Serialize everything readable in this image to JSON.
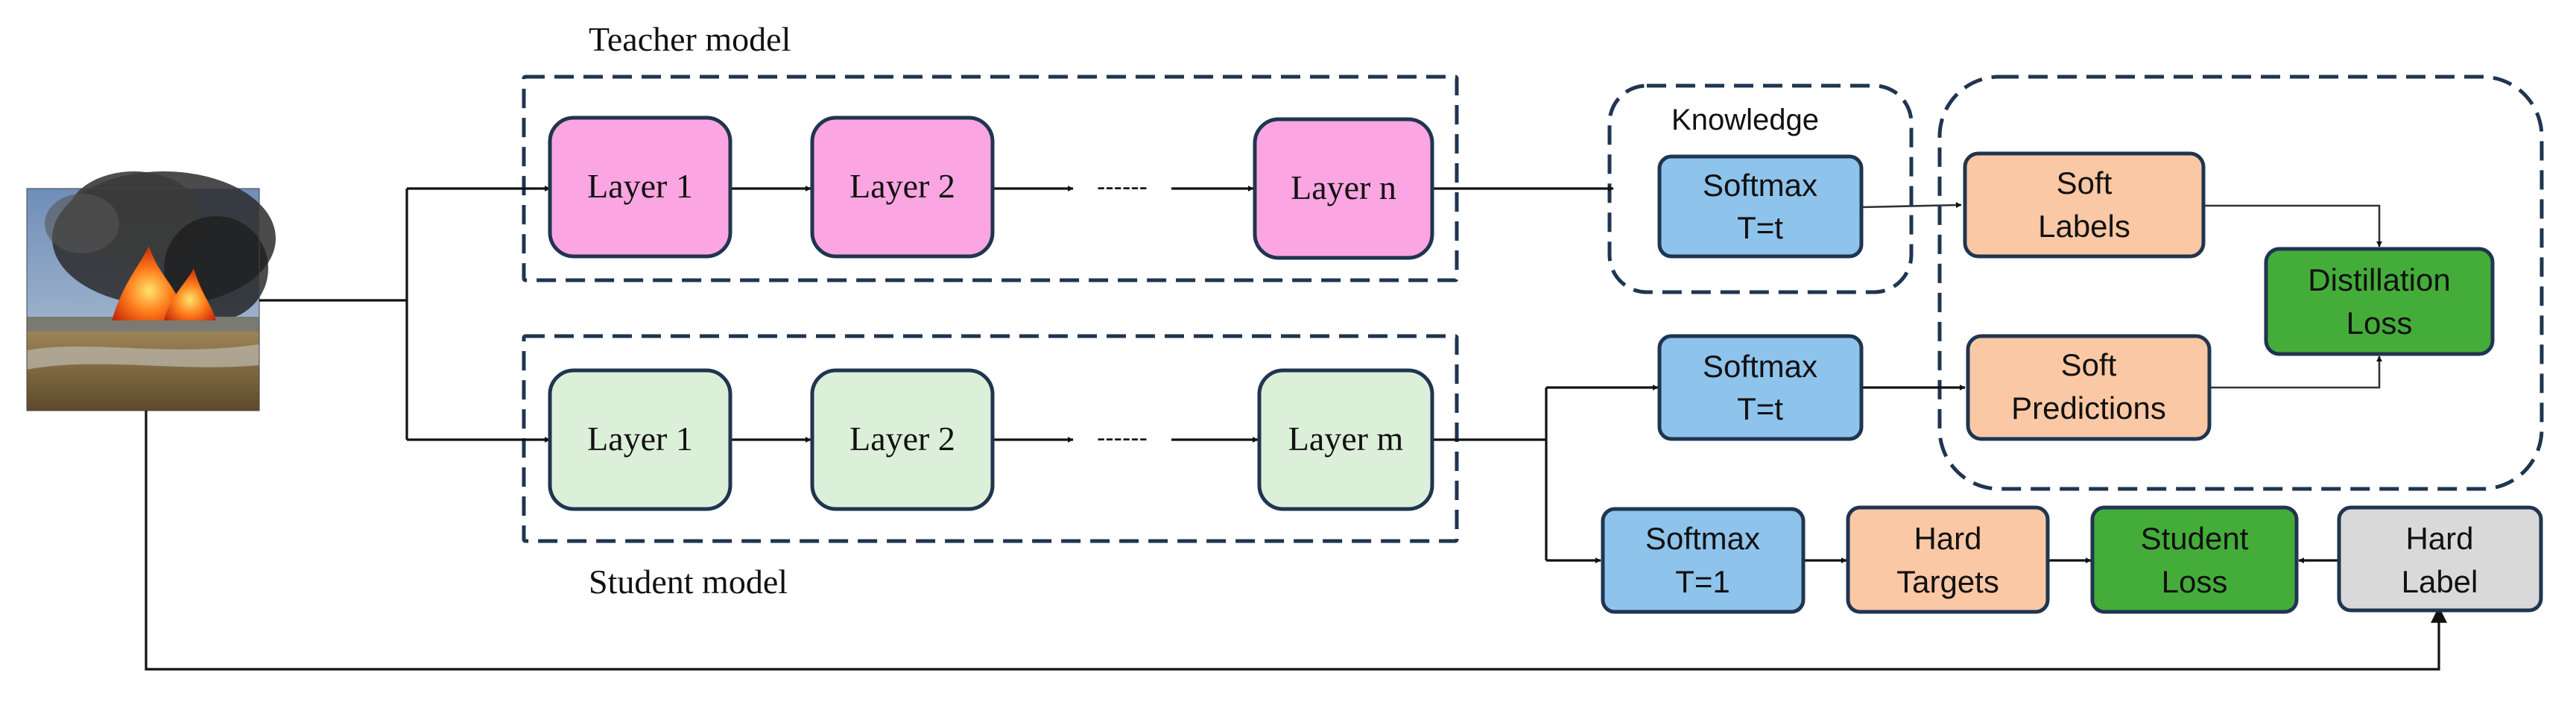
{
  "colors": {
    "teacher_layer": "#fba5e2",
    "student_layer": "#dcefd9",
    "softmax": "#8ec3eb",
    "soft": "#fbc8a5",
    "loss": "#44ad3a",
    "hard_label": "#d9d9d9",
    "border": "#1f3550"
  },
  "teacher": {
    "title": "Teacher model",
    "layer1": "Layer 1",
    "layer2": "Layer 2",
    "ellipsis": "------",
    "layern": "Layer n"
  },
  "student": {
    "title": "Student model",
    "layer1": "Layer 1",
    "layer2": "Layer 2",
    "ellipsis": "------",
    "layerm": "Layer m"
  },
  "knowledge": {
    "title": "Knowledge",
    "softmax_line1": "Softmax",
    "softmax_line2": "T=t"
  },
  "student_softmax": {
    "line1": "Softmax",
    "line2": "T=t"
  },
  "soft_labels": {
    "line1": "Soft",
    "line2": "Labels"
  },
  "soft_predictions": {
    "line1": "Soft",
    "line2": "Predictions"
  },
  "distillation_loss": {
    "line1": "Distillation",
    "line2": "Loss"
  },
  "hard_softmax": {
    "line1": "Softmax",
    "line2": "T=1"
  },
  "hard_targets": {
    "line1": "Hard",
    "line2": "Targets"
  },
  "student_loss": {
    "line1": "Student",
    "line2": "Loss"
  },
  "hard_label": {
    "line1": "Hard",
    "line2": "Label"
  },
  "input_image": {
    "icon": "wildfire-photo-icon"
  }
}
